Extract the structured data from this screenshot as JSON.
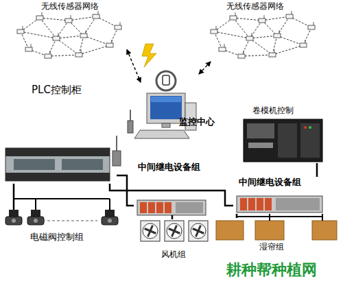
{
  "diagram": {
    "nodes": [
      {
        "text": [
          "无线传感器网络"
        ]
      },
      {
        "text": [
          "无线传感器网络"
        ]
      },
      {
        "text": [
          "监控中心"
        ]
      },
      {
        "text": [
          "PLC控制柜"
        ]
      },
      {
        "text": [
          "卷模机控制"
        ]
      },
      {
        "text": [
          "中间继电设备组"
        ]
      },
      {
        "text": [
          "中间继电设备组"
        ]
      },
      {
        "text": [
          "电磁阀控制组"
        ]
      },
      {
        "text": [
          "风机组"
        ]
      },
      {
        "text": [
          "湿帘组"
        ]
      }
    ],
    "edges": [
      {
        "from": 0,
        "to": 2,
        "arrow": "both"
      },
      {
        "from": 1,
        "to": 2,
        "arrow": "both"
      },
      {
        "from": 3,
        "to": 7,
        "arrow": "none"
      },
      {
        "from": 3,
        "to": 5,
        "arrow": "none"
      },
      {
        "from": 3,
        "to": 6,
        "arrow": "none"
      },
      {
        "from": 4,
        "to": 6,
        "arrow": "none"
      },
      {
        "from": 5,
        "to": 8,
        "arrow": "none"
      },
      {
        "from": 6,
        "to": 9,
        "arrow": "none"
      }
    ],
    "labels": [
      "耕种帮种植网"
    ]
  }
}
